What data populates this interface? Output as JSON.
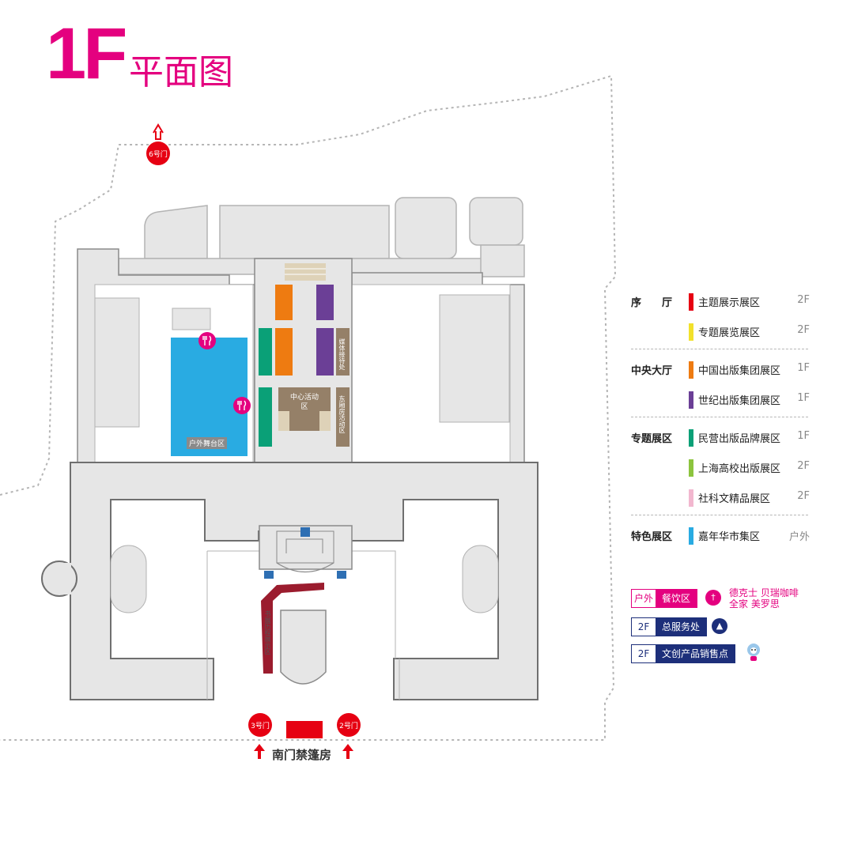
{
  "title": {
    "floor": "1F",
    "subtitle": "平面图"
  },
  "gates": {
    "gate6": "6号门",
    "gate3": "3号门",
    "gate2": "2号门",
    "south_gate": "南门禁篷房"
  },
  "areas": {
    "outdoor_stage": "户外舞台区",
    "center_activity": "中心活动区",
    "media_reception": "媒体接待处",
    "east_wing_activity": "东厢房活动区",
    "book_history": "书展历程展示区"
  },
  "legend": {
    "groups": [
      {
        "category": "序　　厅",
        "items": [
          {
            "label": "主题展示展区",
            "floor": "2F",
            "color": "#e60012"
          },
          {
            "label": "专题展览展区",
            "floor": "2F",
            "color": "#f2e12c"
          }
        ]
      },
      {
        "category": "中央大厅",
        "items": [
          {
            "label": "中国出版集团展区",
            "floor": "1F",
            "color": "#ee7b11"
          },
          {
            "label": "世纪出版集团展区",
            "floor": "1F",
            "color": "#6b3f96"
          }
        ]
      },
      {
        "category": "专题展区",
        "items": [
          {
            "label": "民营出版品牌展区",
            "floor": "1F",
            "color": "#0aa077"
          },
          {
            "label": "上海高校出版展区",
            "floor": "2F",
            "color": "#8cc43e"
          },
          {
            "label": "社科文精品展区",
            "floor": "2F",
            "color": "#f2b7cf"
          }
        ]
      },
      {
        "category": "特色展区",
        "items": [
          {
            "label": "嘉年华市集区",
            "floor": "户外",
            "color": "#29abe2"
          }
        ]
      }
    ],
    "services": [
      {
        "floor": "户外",
        "name": "餐饮区",
        "color": "#e4007f",
        "icon": "fork-knife-icon",
        "note_line1": "德克士 贝瑞咖啡",
        "note_line2": "全家 美罗思"
      },
      {
        "floor": "2F",
        "name": "总服务处",
        "color": "#1d2f7a",
        "icon": "service-desk-icon"
      },
      {
        "floor": "2F",
        "name": "文创产品销售点",
        "color": "#1d2f7a",
        "icon": "mascot-icon"
      }
    ]
  },
  "colors": {
    "brand": "#e4007f",
    "wall": "#c8c8c8",
    "hall": "#e6e6e6",
    "gate_red": "#e60012"
  }
}
